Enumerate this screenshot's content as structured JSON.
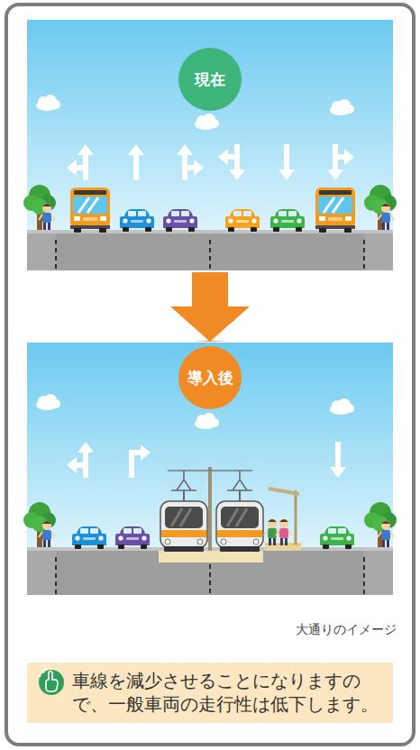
{
  "diagram": {
    "nodes": [
      {
        "text": [
          "現在"
        ]
      },
      {
        "text": [
          "導入後"
        ]
      },
      {
        "text": [
          "車線を減少させることになりますので、一般車両の走行性は低下します。"
        ]
      }
    ],
    "labels": [
      "大通りのイメージ"
    ]
  }
}
